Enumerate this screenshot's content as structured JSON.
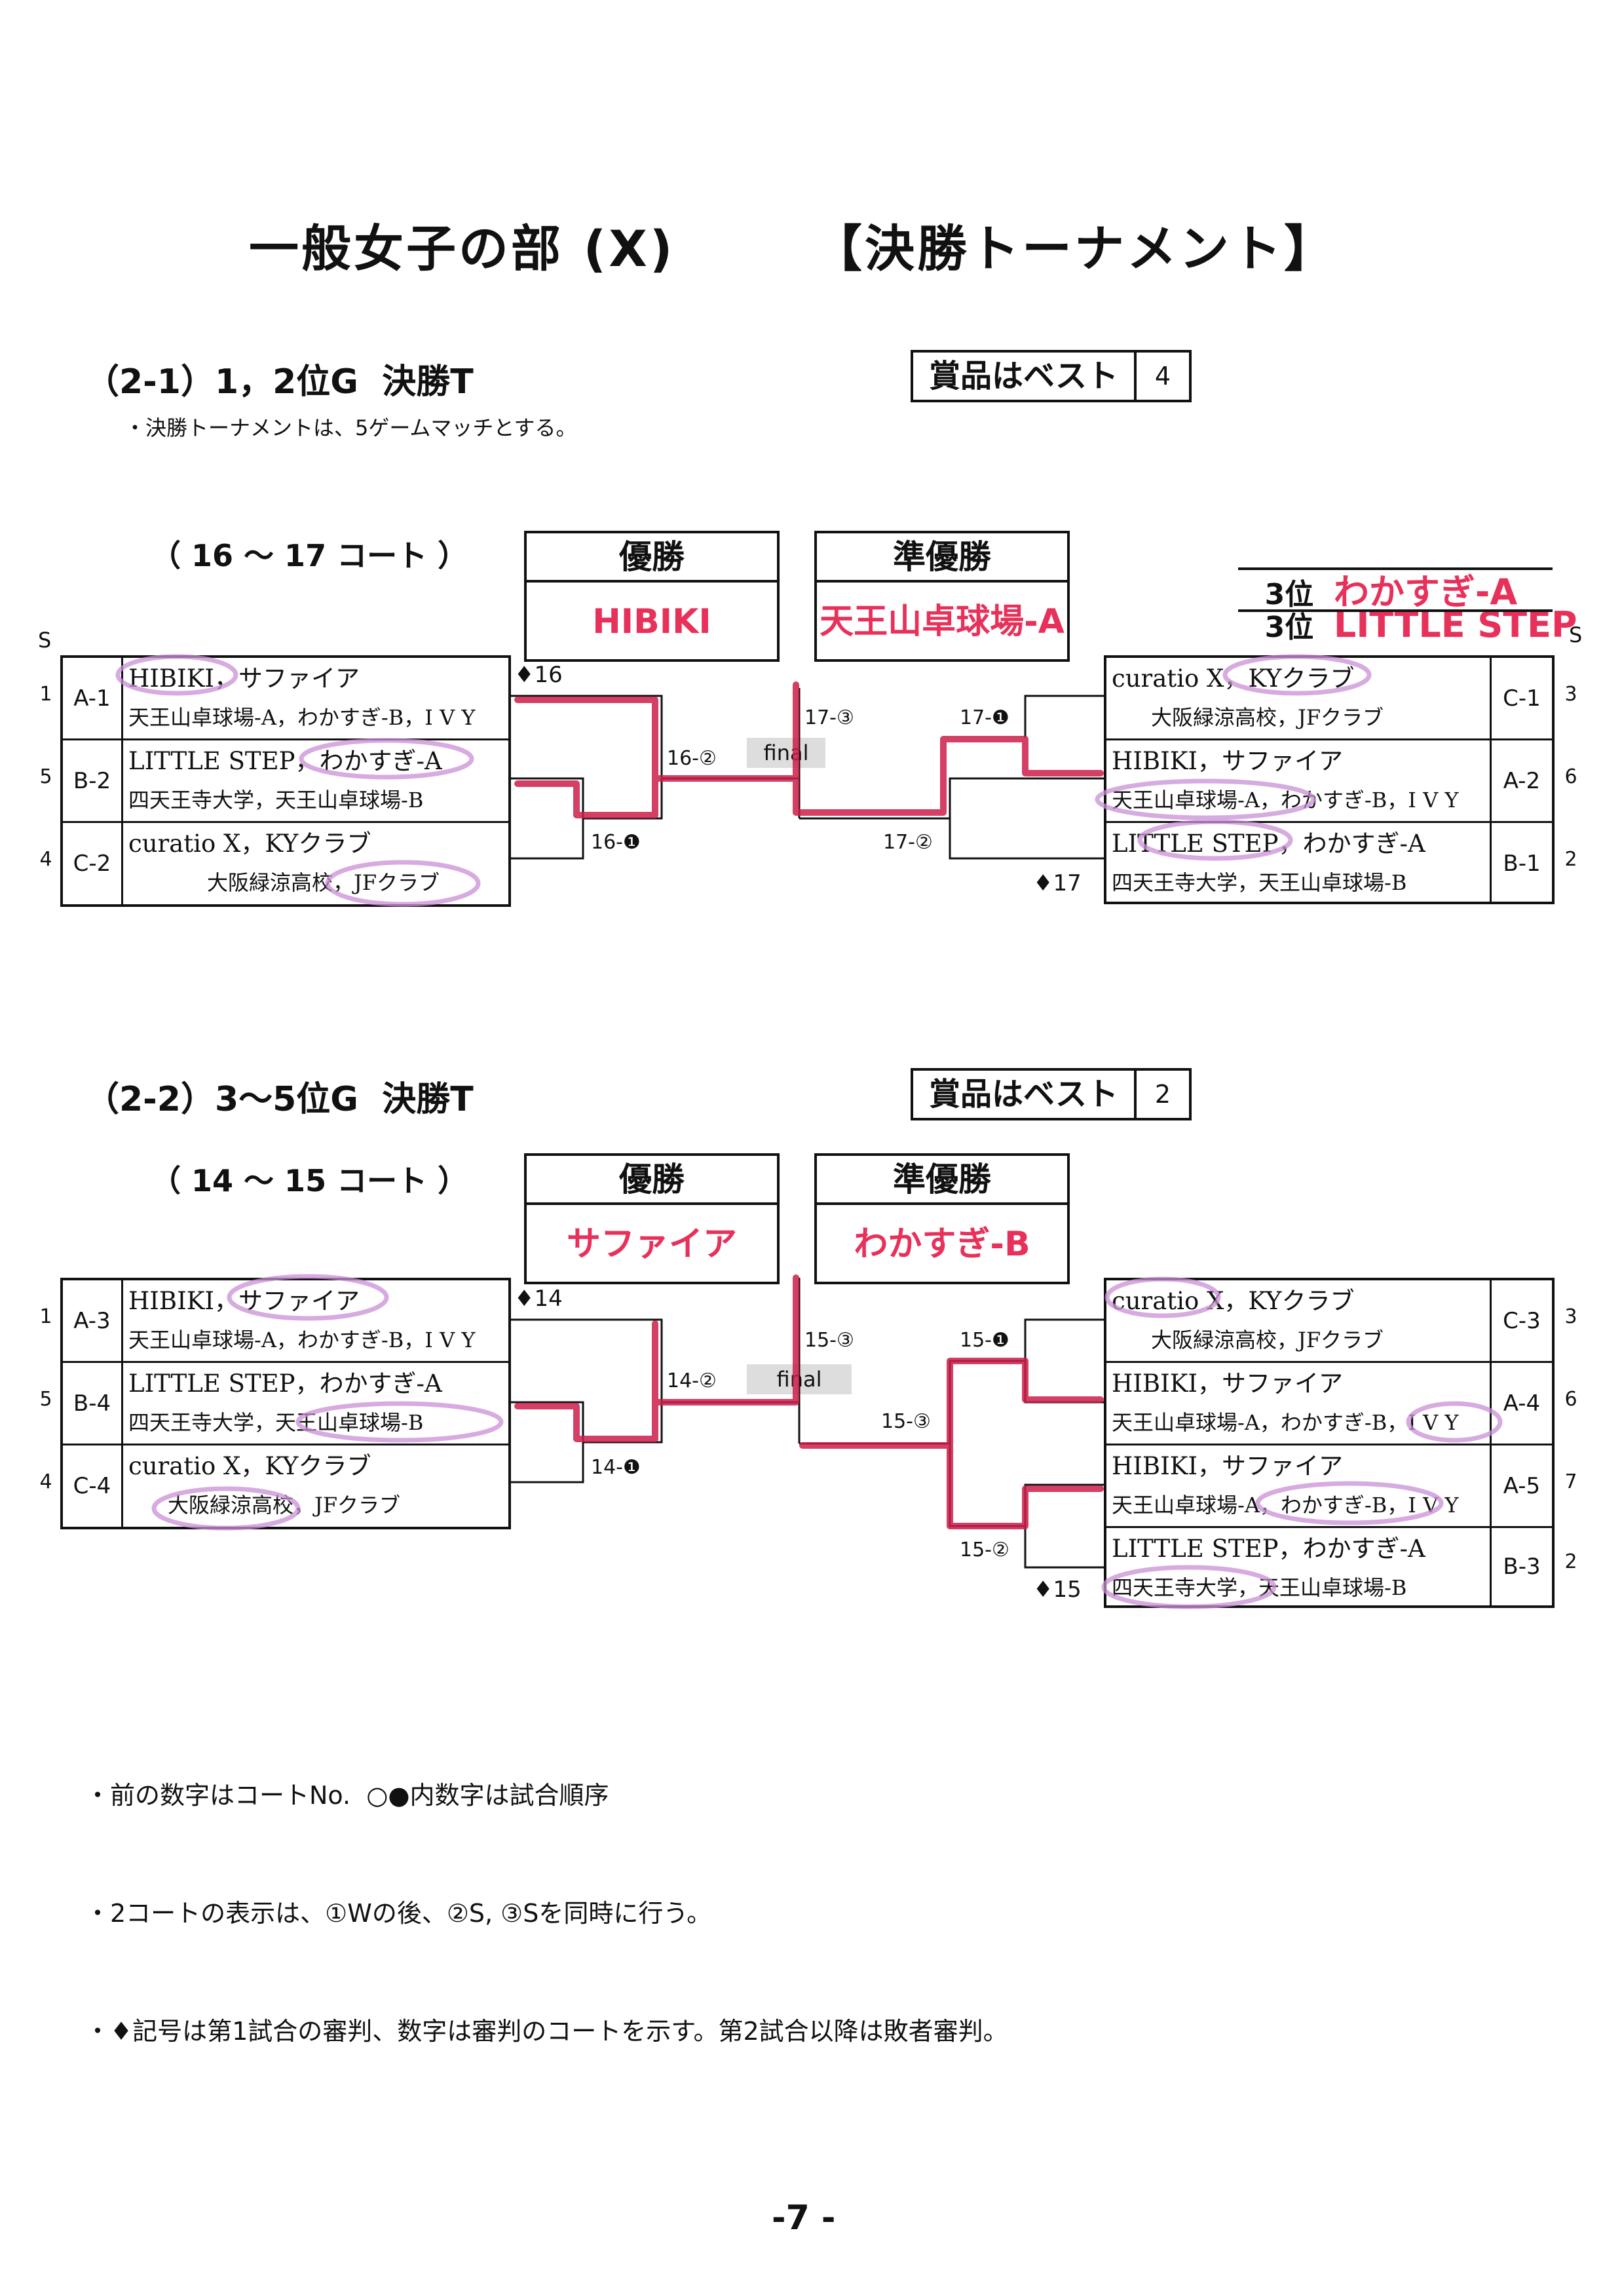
{
  "page_title": "一般女子の部 (X)",
  "page_subtitle": "【決勝トーナメント】",
  "t1": {
    "heading": "（2-1）1，2位G  決勝T",
    "note": "・決勝トーナメントは、5ゲームマッチとする。",
    "prize_label": "賞品はベスト",
    "prize_value": "4",
    "court": "（ 16 ～ 17 コート ）",
    "champion_label": "優勝",
    "champion": "HIBIKI",
    "runnerup_label": "準優勝",
    "runnerup": "天王山卓球場-A",
    "third_label": "3位",
    "third": [
      "わかすぎ-A",
      "LITTLE STEP"
    ],
    "s_label": "S",
    "left": [
      {
        "seed": "1",
        "code": "A-1",
        "line1": "HIBIKI，サファイア",
        "line2": "天王山卓球場-A，わかすぎ-B，I V Y"
      },
      {
        "seed": "5",
        "code": "B-2",
        "line1": "LITTLE STEP，わかすぎ-A",
        "line2": "四天王寺大学，天王山卓球場-B"
      },
      {
        "seed": "4",
        "code": "C-2",
        "line1": "curatio X，KYクラブ",
        "line2": "大阪緑涼高校，JFクラブ"
      }
    ],
    "right": [
      {
        "seed": "3",
        "code": "C-1",
        "line1": "curatio X，KYクラブ",
        "line2": "大阪緑涼高校，JFクラブ"
      },
      {
        "seed": "6",
        "code": "A-2",
        "line1": "HIBIKI，サファイア",
        "line2": "天王山卓球場-A，わかすぎ-B，I V Y"
      },
      {
        "seed": "2",
        "code": "B-1",
        "line1": "LITTLE STEP，わかすぎ-A",
        "line2": "四天王寺大学，天王山卓球場-B"
      }
    ],
    "labels": {
      "ump_left": "♦16",
      "ump_right": "♦17",
      "m_a": "16-②",
      "m_b": "16-❶",
      "m_c": "17-③",
      "m_d": "17-❶",
      "m_e": "17-②",
      "final": "final"
    }
  },
  "t2": {
    "heading": "（2-2）3～5位G  決勝T",
    "prize_label": "賞品はベスト",
    "prize_value": "2",
    "court": "（ 14 ～ 15 コート ）",
    "champion_label": "優勝",
    "champion": "サファイア",
    "runnerup_label": "準優勝",
    "runnerup": "わかすぎ-B",
    "left": [
      {
        "seed": "1",
        "code": "A-3",
        "line1": "HIBIKI，サファイア",
        "line2": "天王山卓球場-A，わかすぎ-B，I V Y"
      },
      {
        "seed": "5",
        "code": "B-4",
        "line1": "LITTLE STEP，わかすぎ-A",
        "line2": "四天王寺大学，天王山卓球場-B"
      },
      {
        "seed": "4",
        "code": "C-4",
        "line1": "curatio X，KYクラブ",
        "line2": "大阪緑涼高校，JFクラブ"
      }
    ],
    "right": [
      {
        "seed": "3",
        "code": "C-3",
        "line1": "curatio X，KYクラブ",
        "line2": "大阪緑涼高校，JFクラブ"
      },
      {
        "seed": "6",
        "code": "A-4",
        "line1": "HIBIKI，サファイア",
        "line2": "天王山卓球場-A，わかすぎ-B，I V Y"
      },
      {
        "seed": "7",
        "code": "A-5",
        "line1": "HIBIKI，サファイア",
        "line2": "天王山卓球場-A，わかすぎ-B，I V Y"
      },
      {
        "seed": "2",
        "code": "B-3",
        "line1": "LITTLE STEP，わかすぎ-A",
        "line2": "四天王寺大学，天王山卓球場-B"
      }
    ],
    "labels": {
      "ump_left": "♦14",
      "ump_right": "♦15",
      "m_a": "14-②",
      "m_b": "14-❶",
      "m_c": "15-③",
      "m_d": "15-❶",
      "m_e": "15-③",
      "m_f": "15-②",
      "final": "final"
    }
  },
  "footnotes": [
    "・前の数字はコートNo.  ○●内数字は試合順序",
    "・2コートの表示は、①Wの後、②S, ③Sを同時に行う。",
    "・♦記号は第1試合の審判、数字は審判のコートを示す。第2試合以降は敗者審判。"
  ],
  "page_number": "-7 -",
  "colors": {
    "highlight": "#e8315a",
    "marker": "#cc1f4a",
    "circle": "#c98fd6"
  }
}
